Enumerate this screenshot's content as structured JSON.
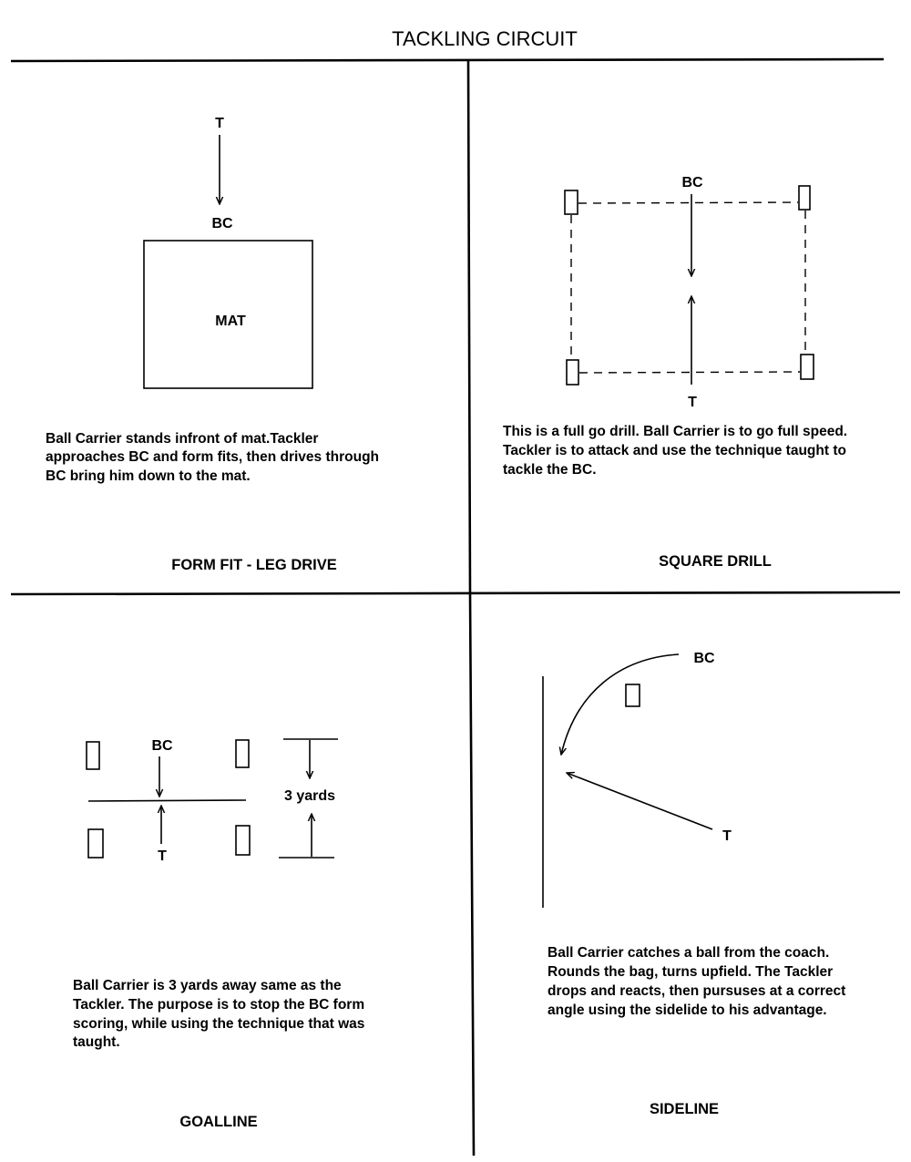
{
  "title": "TACKLING CIRCUIT",
  "quadrants": {
    "form_fit": {
      "tackler": "T",
      "ball_carrier": "BC",
      "mat": "MAT",
      "description": [
        "Ball Carrier stands infront of mat.Tackler",
        "approaches BC and form fits, then drives through",
        "BC bring him down to the mat."
      ],
      "drill_name": "FORM FIT - LEG DRIVE"
    },
    "square": {
      "ball_carrier": "BC",
      "tackler": "T",
      "description": [
        "This is a full go drill. Ball Carrier is to go full speed.",
        "Tackler is to attack and use the technique taught to",
        "tackle the BC."
      ],
      "drill_name": "SQUARE DRILL"
    },
    "goalline": {
      "ball_carrier": "BC",
      "tackler": "T",
      "distance": "3 yards",
      "description": [
        "Ball Carrier is 3 yards away same as the",
        "Tackler. The purpose is to stop the BC form",
        "scoring, while using the technique that was",
        "taught."
      ],
      "drill_name": "GOALLINE"
    },
    "sideline": {
      "ball_carrier": "BC",
      "tackler": "T",
      "description": [
        "Ball Carrier catches a ball from the coach.",
        "Rounds the bag, turns upfield. The Tackler",
        "drops and reacts, then pursuses at a correct",
        "angle using the sidelide to his advantage."
      ],
      "drill_name": "SIDELINE"
    }
  }
}
